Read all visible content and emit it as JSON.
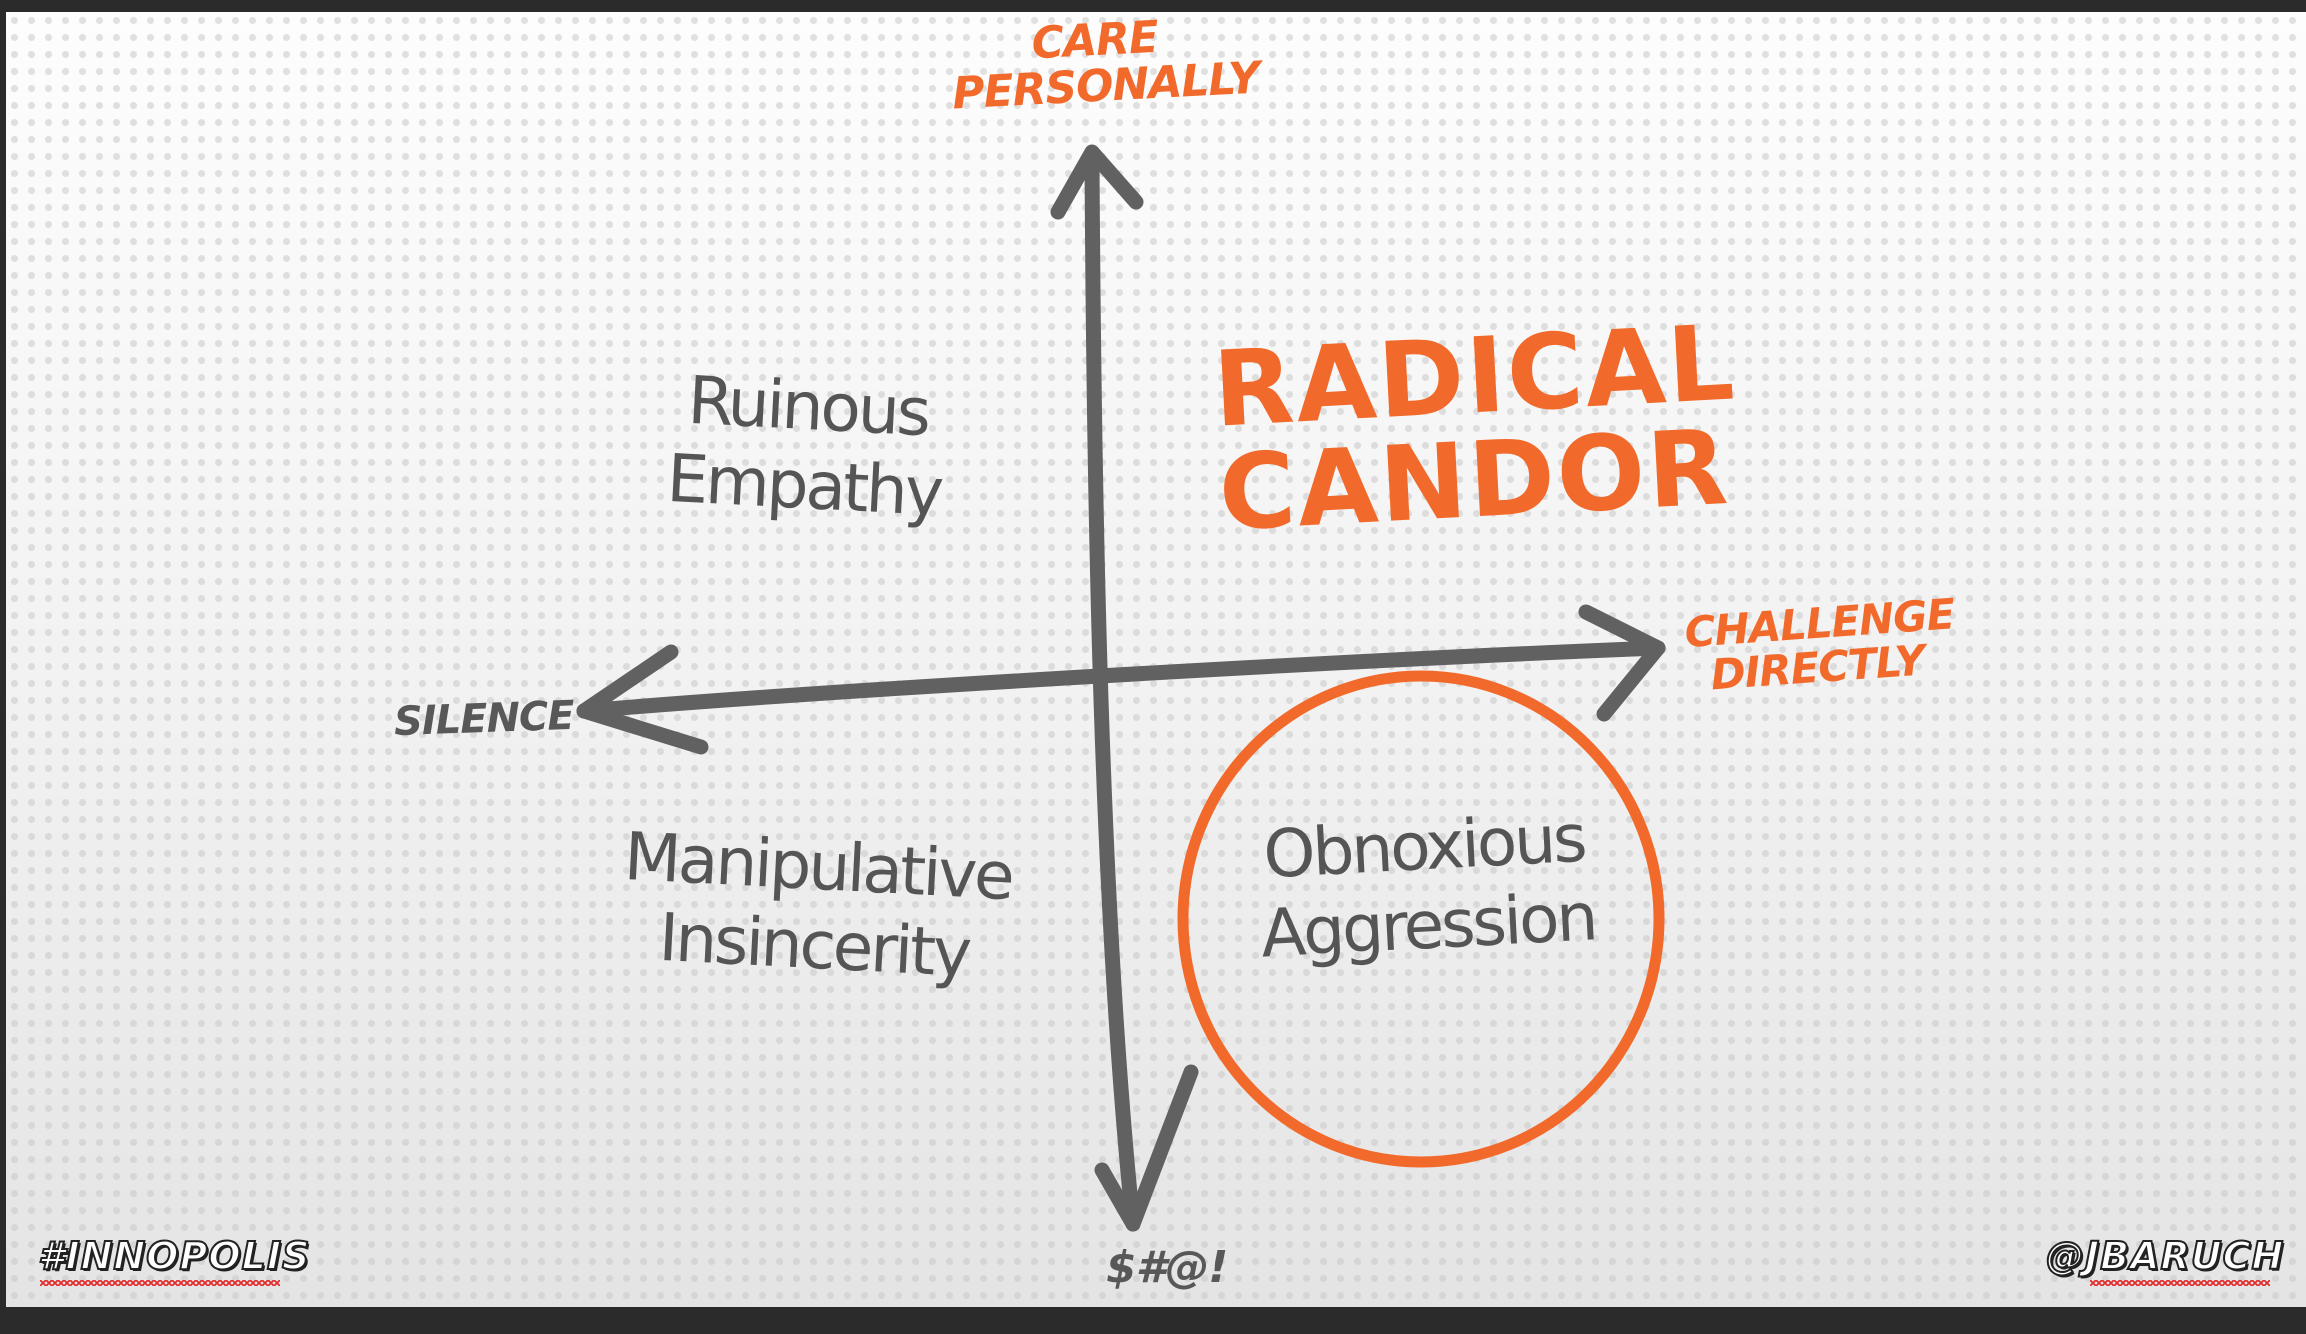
{
  "diagram": {
    "axes": {
      "top_label": [
        "CARE",
        "PERSONALLY"
      ],
      "right_label": [
        "CHALLENGE",
        "DIRECTLY"
      ],
      "left_label": "SILENCE",
      "bottom_label": "$#@!"
    },
    "quadrants": {
      "top_right": [
        "RADICAL",
        "CANDOR"
      ],
      "top_left": [
        "Ruinous",
        "Empathy"
      ],
      "bottom_left": [
        "Manipulative",
        "Insincerity"
      ],
      "bottom_right": [
        "Obnoxious",
        "Aggression"
      ]
    },
    "highlighted_quadrant": "bottom_right"
  },
  "footer": {
    "left_tag": "#INNOPOLIS",
    "right_tag": "@JBARUCH"
  },
  "colors": {
    "accent": "#f26a2b",
    "ink": "#606060",
    "background": "#f3f3f3",
    "frame": "#2b2b2b"
  }
}
